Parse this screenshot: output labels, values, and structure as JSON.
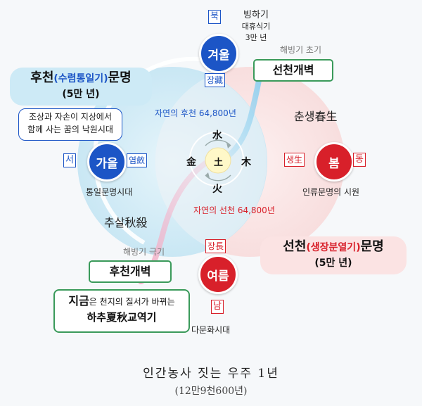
{
  "colors": {
    "blue": "#1c55c6",
    "red": "#d8202a",
    "blue_field": "#d6ecf6",
    "pink_field": "#fbe6e6",
    "green": "#3a9a5a",
    "center": "#fff8c8"
  },
  "seasons": {
    "winter": {
      "name": "겨울",
      "dir": "북",
      "phase": "장藏"
    },
    "spring": {
      "name": "봄",
      "dir": "동",
      "phase": "생生"
    },
    "summer": {
      "name": "여름",
      "dir": "남",
      "phase": "장長"
    },
    "autumn": {
      "name": "가을",
      "dir": "서",
      "phase": "염斂"
    }
  },
  "center_elements": {
    "north": "水",
    "east": "木",
    "south": "火",
    "west": "金",
    "center": "土"
  },
  "labels": {
    "ice_age": [
      "빙하기",
      "대휴식기",
      "3만 년"
    ],
    "early_thaw": "해빙기 초기",
    "late_thaw": "해빙기 극기",
    "spring_growth": "춘생春生",
    "autumn_kill": "추살秋殺",
    "later_heaven_nature": "자연의 후천 64,800년",
    "early_heaven_nature": "자연의 선천 64,800년",
    "unification_era": "통일문명시대",
    "civilization_start": "인류문명의 시원",
    "multicultural_era": "다문화시대"
  },
  "panels": {
    "later_civ": {
      "title_a": "후천",
      "title_paren": "(수렴통일기)",
      "title_b": "문명",
      "sub": "(5만 년)"
    },
    "early_civ": {
      "title_a": "선천",
      "title_paren": "(생장분열기)",
      "title_b": "문명",
      "sub": "(5만 년)"
    },
    "paradise_note": [
      "조상과 자손이 지상에서",
      "함께 사는 꿈의 낙원시대"
    ],
    "early_gaebyeok": "선천개벽",
    "later_gaebyeok": "후천개벽",
    "now_note": {
      "now": "지금",
      "rest": "은 천지의 질서가 바뀌는",
      "line2": "하추夏秋교역기"
    }
  },
  "footer": {
    "title": "인간농사 짓는 우주 1년",
    "sub": "(12만9천600년)"
  }
}
